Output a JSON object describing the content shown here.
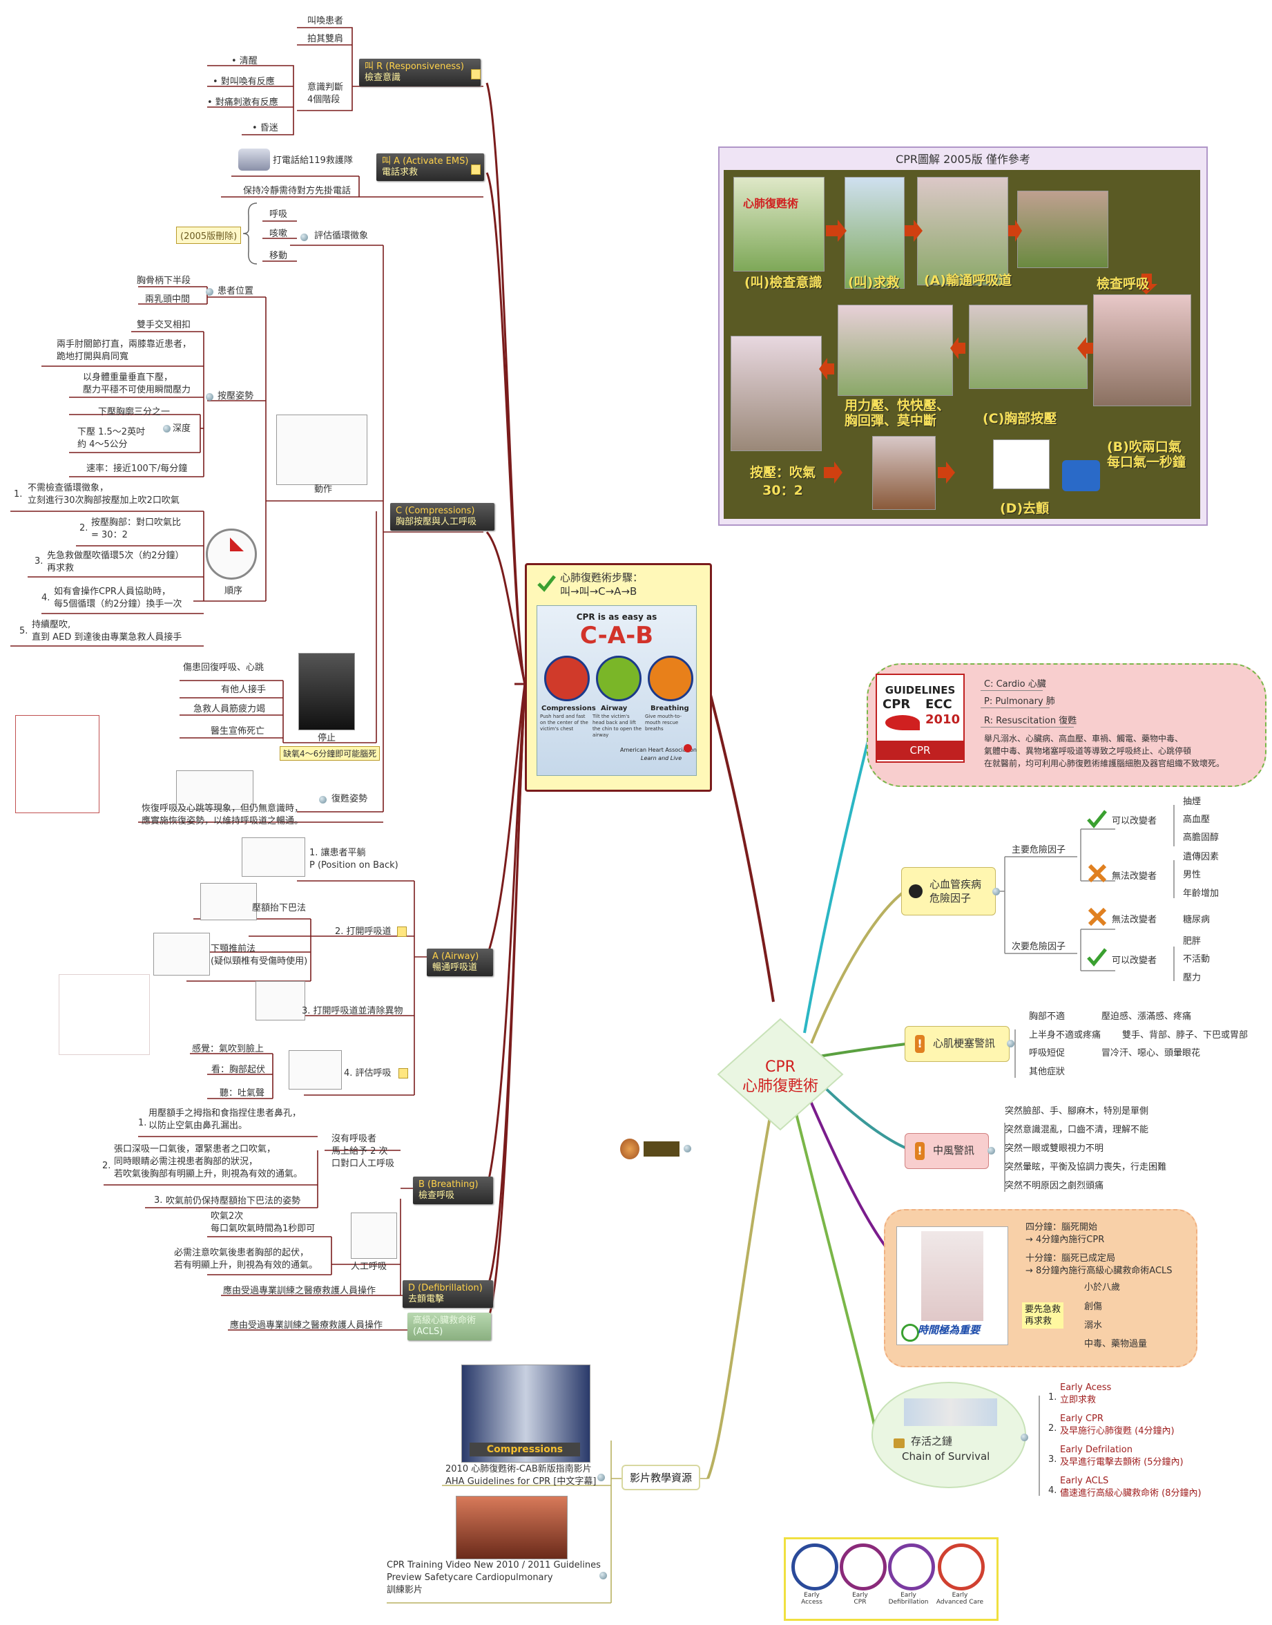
{
  "center": {
    "line1": "CPR",
    "line2": "心肺復甦術"
  },
  "cab_box": {
    "title": "心肺復甦術步驟：",
    "subtitle": "叫→叫→C→A→B",
    "poster_top": "CPR is as easy as",
    "poster_big": "C-A-B",
    "labels": [
      "Compressions",
      "Airway",
      "Breathing"
    ],
    "descs": [
      "Push hard and fast on the center of the victim's chest",
      "Tilt the victim's head back and lift the chin to open the airway",
      "Give mouth-to-mouth rescue breaths"
    ],
    "aha": "American Heart Association",
    "aha_sub": "Learn and Live"
  },
  "photo_panel": {
    "title": "CPR圖解 2005版 僅作參考",
    "book_title": "心肺復甦術",
    "captions": [
      "(叫)檢查意識",
      "(叫)求救",
      "(A)輸通呼吸道",
      "檢查呼吸",
      "(B)吹兩口氣\n每口氣一秒鐘",
      "(C)胸部按壓",
      "用力壓、快快壓、\n胸回彈、莫中斷",
      "按壓：吹氣\n30：2",
      "(D)去顫"
    ]
  },
  "branches": {
    "r": {
      "h1": "叫 R (Responsiveness)",
      "h2": "檢查意識",
      "items": [
        "叫喚患者",
        "拍其雙肩",
        "意識判斷\n4個階段"
      ],
      "levels": [
        "• 清醒",
        "• 對叫喚有反應",
        "• 對痛刺激有反應",
        "• 昏迷"
      ]
    },
    "a_ems": {
      "h1": "叫 A (Activate EMS)",
      "h2": "電話求救",
      "items": [
        "打電話給119救護隊",
        "保持冷靜需待對方先掛電話"
      ]
    },
    "c": {
      "h1": "C (Compressions)",
      "h2": "胸部按壓與人工呼吸",
      "circ": "評估循環徵象",
      "circ_items": [
        "呼吸",
        "咳嗽",
        "移動"
      ],
      "deleted": "(2005版刪除)",
      "pos": "患者位置",
      "pos_items": [
        "胸骨柄下半段",
        "兩乳頭中間"
      ],
      "posture": "按壓姿勢",
      "posture_items": [
        "雙手交叉相扣",
        "兩手肘關節打直，兩膝靠近患者，\n跪地打開與肩同寬",
        "以身體重量垂直下壓，\n壓力平穩不可使用瞬間壓力"
      ],
      "depth": "深度",
      "depth_items": [
        "下壓胸廓三分之一",
        "下壓 1.5～2英吋\n約 4～5公分"
      ],
      "rate": "速率：接近100下/每分鐘",
      "action": "動作",
      "order": "順序",
      "order_items": [
        "不需檢查循環徵象，\n立刻進行30次胸部按壓加上吹2口吹氣",
        "按壓胸部：對口吹氣比\n= 30：2",
        "先急救做壓吹循環5次（約2分鐘）\n再求救",
        "如有會操作CPR人員協助時，\n每5個循環（約2分鐘）換手一次",
        "持續壓吹,\n直到 AED 到達後由專業急救人員接手"
      ],
      "order_nums": [
        "1.",
        "2.",
        "3.",
        "4.",
        "5."
      ],
      "stop": "停止",
      "stop_items": [
        "傷患回復呼吸、心跳",
        "有他人接手",
        "急救人員筋疲力竭",
        "醫生宣佈死亡"
      ],
      "stop_note": "缺氧4～6分鐘即可能腦死",
      "recovery": "復甦姿勢",
      "recovery_text": "恢復呼吸及心跳等現象，但仍無意識時，\n應實施恢復姿勢，以維持呼吸道之暢通。"
    },
    "airway": {
      "h1": "A (Airway)",
      "h2": "暢通呼吸道",
      "items": [
        "1. 讓患者平躺\nP (Position on Back)",
        "2. 打開呼吸道",
        "3. 打開呼吸道並清除異物",
        "4. 評估呼吸"
      ],
      "open_items": [
        "壓額抬下巴法",
        "下顎推前法\n(疑似頸椎有受傷時使用)"
      ],
      "assess_items": [
        "感覺：氣吹到臉上",
        "看：胸部起伏",
        "聽：吐氣聲"
      ]
    },
    "breathing": {
      "h1": "B (Breathing)",
      "h2": "檢查呼吸",
      "no_breath": "沒有呼吸者\n馬上給予 2 次\n口對口人工呼吸",
      "items": [
        "用壓額手之拇指和食指捏住患者鼻孔，\n以防止空氣由鼻孔漏出。",
        "張口深吸一口氣後，罩緊患者之口吹氣，\n同時眼睛必需注視患者胸部的狀況，\n若吹氣後胸部有明顯上升，則視為有效的通氣。",
        "吹氣前仍保持壓額抬下巴法的姿勢"
      ],
      "nums": [
        "1.",
        "2.",
        "3."
      ],
      "rescue": "人工呼吸",
      "rescue_items": [
        "吹氣2次\n每口氣吹氣時間為1秒即可",
        "必需注意吹氣後患者胸部的起伏，\n若有明顯上升，則視為有效的通氣。"
      ]
    },
    "defib": {
      "h1": "D (Defibrillation)",
      "h2": "去顫電擊",
      "item": "應由受過專業訓練之醫療救護人員操作"
    },
    "acls": {
      "h1": "高級心臟救命術",
      "h2": "(ACLS)",
      "item": "應由受過專業訓練之醫療救護人員操作"
    }
  },
  "guidelines": {
    "logo1": "GUIDELINES",
    "logo2": "CPR",
    "logo3": "ECC",
    "logo4": "2010",
    "logo5": "CPR",
    "items": [
      "C: Cardio 心臟",
      "P: Pulmonary 肺",
      "R: Resuscitation 復甦",
      "舉凡溺水、心臟病、高血壓、車禍、觸電、藥物中毒、\n氣體中毒、異物堵塞呼吸道等導致之呼吸終止、心跳停頓\n在就醫前，均可利用心肺復甦術維護腦細胞及器官組織不致壞死。"
    ]
  },
  "cardio": {
    "title": "心血管疾病\n危險因子",
    "major": "主要危險因子",
    "minor": "次要危險因子",
    "changeable": "可以改變者",
    "unchangeable": "無法改變者",
    "major_change": [
      "抽煙",
      "高血壓",
      "高膽固醇"
    ],
    "major_unchange": [
      "遺傳因素",
      "男性",
      "年齡增加"
    ],
    "minor_unchange": [
      "糖尿病"
    ],
    "minor_change": [
      "肥胖",
      "不活動",
      "壓力"
    ]
  },
  "mi": {
    "title": "心肌梗塞警訊",
    "items": [
      "胸部不適",
      "上半身不適或疼痛",
      "呼吸短促",
      "其他症狀"
    ],
    "details": [
      "壓迫感、漲滿感、疼痛",
      "雙手、背部、脖子、下巴或胃部",
      "冒冷汗、噁心、頭暈眼花"
    ]
  },
  "stroke": {
    "title": "中風警訊",
    "items": [
      "突然臉部、手、腳麻木，特別是單側",
      "突然意識混亂，口齒不清，理解不能",
      "突然一眼或雙眼視力不明",
      "突然暈眩，平衡及協調力喪失，行走困難",
      "突然不明原因之劇烈頭痛"
    ]
  },
  "time": {
    "title": "時間極為重要",
    "items": [
      "四分鐘：腦死開始\n→ 4分鐘內施行CPR",
      "十分鐘：腦死已成定局\n→ 8分鐘內施行高級心臟救命術ACLS"
    ],
    "first": "要先急救\n再求救",
    "first_items": [
      "小於八歲",
      "創傷",
      "溺水",
      "中毒、藥物過量"
    ]
  },
  "chain": {
    "title": "存活之鏈",
    "subtitle": "Chain of Survival",
    "items": [
      "Early Acess\n立即求救",
      "Early CPR\n及早施行心肺復甦 (4分鐘內)",
      "Early Defrilation\n及早進行電擊去顫術 (5分鐘內)",
      "Early ACLS\n儘速進行高級心臟救命術 (8分鐘內)"
    ],
    "nums": [
      "1.",
      "2.",
      "3.",
      "4."
    ]
  },
  "video": {
    "title": "影片教學資源",
    "items": [
      "2010 心肺復甦術-CAB新版指南影片\nAHA Guidelines for CPR [中文字幕]",
      "CPR Training Video New 2010 / 2011 Guidelines\nPreview Safetycare Cardiopulmonary\n訓練影片"
    ],
    "thumb": "Compressions"
  },
  "chain_logo": {
    "labels": [
      "Early\nAccess",
      "Early\nCPR",
      "Early\nDefibrillation",
      "Early\nAdvanced Care"
    ]
  },
  "colors": {
    "branch_dark": "#7a1c1c",
    "teal": "#2bb6c4",
    "olive": "#b8b060",
    "green": "#5aa040",
    "purple": "#7a1c8c"
  }
}
